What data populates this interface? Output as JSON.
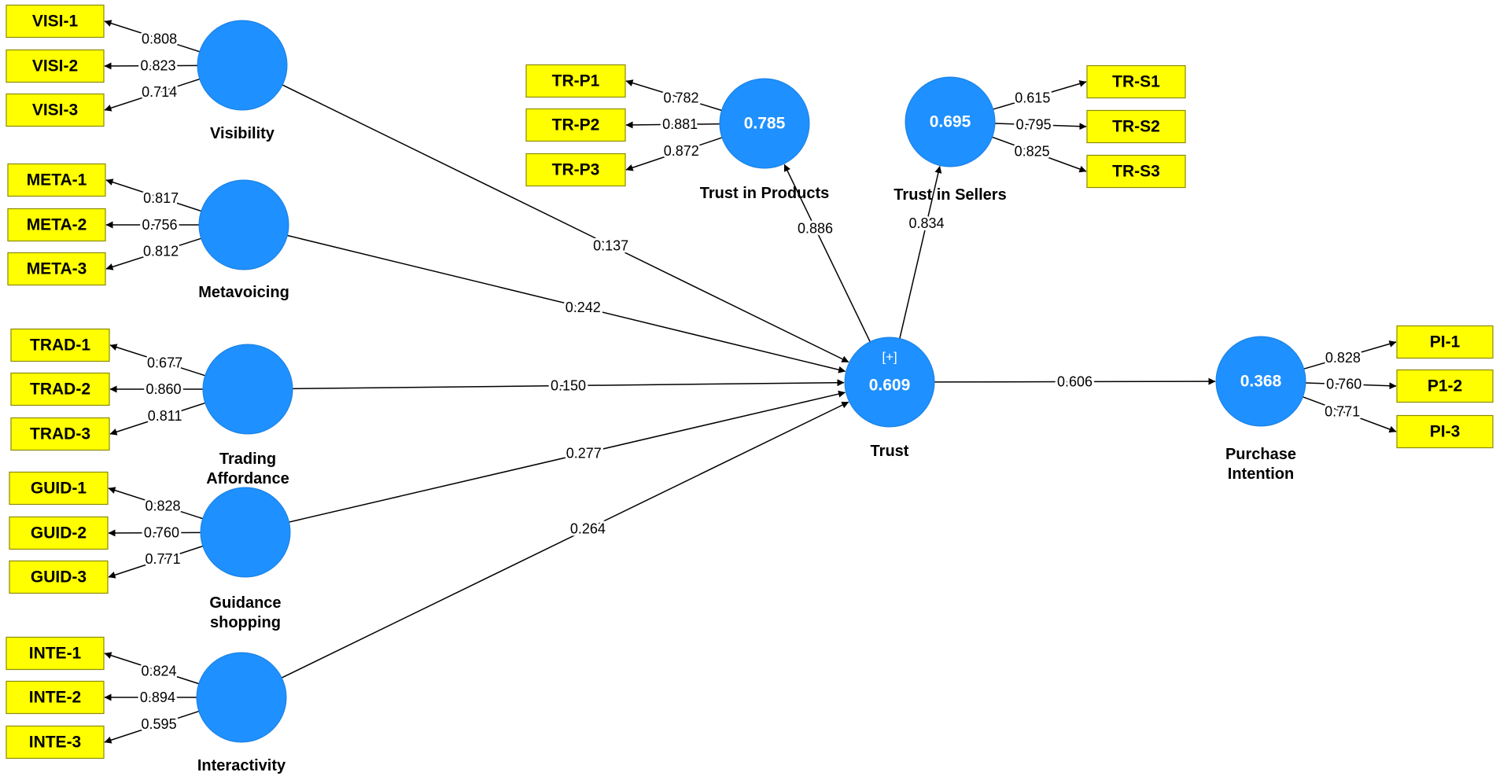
{
  "colors": {
    "construct": "#1e90ff",
    "indicator": "#ffff00",
    "edge": "#000000"
  },
  "constructs": {
    "visibility": {
      "name": [
        "Visibility"
      ],
      "r2": ""
    },
    "metavoicing": {
      "name": [
        "Metavoicing"
      ],
      "r2": ""
    },
    "trading": {
      "name": [
        "Trading",
        "Affordance"
      ],
      "r2": ""
    },
    "guidance": {
      "name": [
        "Guidance",
        "shopping"
      ],
      "r2": ""
    },
    "interactivity": {
      "name": [
        "Interactivity"
      ],
      "r2": ""
    },
    "trust": {
      "name": [
        "Trust"
      ],
      "r2": "0.609",
      "badge": "[+]"
    },
    "trustProducts": {
      "name": [
        "Trust in Products"
      ],
      "r2": "0.785"
    },
    "trustSellers": {
      "name": [
        "Trust in Sellers"
      ],
      "r2": "0.695"
    },
    "purchase": {
      "name": [
        "Purchase",
        "Intention"
      ],
      "r2": "0.368"
    }
  },
  "indicators": [
    {
      "construct": "visibility",
      "label": "VISI-1",
      "loading": "0.808"
    },
    {
      "construct": "visibility",
      "label": "VISI-2",
      "loading": "0.823"
    },
    {
      "construct": "visibility",
      "label": "VISI-3",
      "loading": "0.714"
    },
    {
      "construct": "metavoicing",
      "label": "META-1",
      "loading": "0.817"
    },
    {
      "construct": "metavoicing",
      "label": "META-2",
      "loading": "0.756"
    },
    {
      "construct": "metavoicing",
      "label": "META-3",
      "loading": "0.812"
    },
    {
      "construct": "trading",
      "label": "TRAD-1",
      "loading": "0.677"
    },
    {
      "construct": "trading",
      "label": "TRAD-2",
      "loading": "0.860"
    },
    {
      "construct": "trading",
      "label": "TRAD-3",
      "loading": "0.811"
    },
    {
      "construct": "guidance",
      "label": "GUID-1",
      "loading": "0.828"
    },
    {
      "construct": "guidance",
      "label": "GUID-2",
      "loading": "0.760"
    },
    {
      "construct": "guidance",
      "label": "GUID-3",
      "loading": "0.771"
    },
    {
      "construct": "interactivity",
      "label": "INTE-1",
      "loading": "0.824"
    },
    {
      "construct": "interactivity",
      "label": "INTE-2",
      "loading": "0.894"
    },
    {
      "construct": "interactivity",
      "label": "INTE-3",
      "loading": "0.595"
    },
    {
      "construct": "trustProducts",
      "label": "TR-P1",
      "loading": "0.782"
    },
    {
      "construct": "trustProducts",
      "label": "TR-P2",
      "loading": "0.881"
    },
    {
      "construct": "trustProducts",
      "label": "TR-P3",
      "loading": "0.872"
    },
    {
      "construct": "trustSellers",
      "label": "TR-S1",
      "loading": "0.615"
    },
    {
      "construct": "trustSellers",
      "label": "TR-S2",
      "loading": "0.795"
    },
    {
      "construct": "trustSellers",
      "label": "TR-S3",
      "loading": "0.825"
    },
    {
      "construct": "purchase",
      "label": "PI-1",
      "loading": "0.828"
    },
    {
      "construct": "purchase",
      "label": "P1-2",
      "loading": "0.760"
    },
    {
      "construct": "purchase",
      "label": "PI-3",
      "loading": "0.771"
    }
  ],
  "paths": [
    {
      "from": "visibility",
      "to": "trust",
      "coef": "0.137"
    },
    {
      "from": "metavoicing",
      "to": "trust",
      "coef": "0.242"
    },
    {
      "from": "trading",
      "to": "trust",
      "coef": "0.150"
    },
    {
      "from": "guidance",
      "to": "trust",
      "coef": "0.277"
    },
    {
      "from": "interactivity",
      "to": "trust",
      "coef": "0.264"
    },
    {
      "from": "trust",
      "to": "trustProducts",
      "coef": "0.886"
    },
    {
      "from": "trust",
      "to": "trustSellers",
      "coef": "0.834"
    },
    {
      "from": "trust",
      "to": "purchase",
      "coef": "0.606"
    }
  ]
}
